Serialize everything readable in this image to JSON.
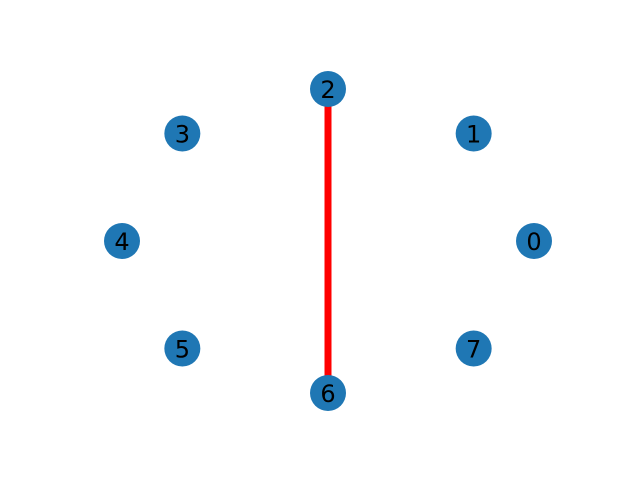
{
  "graph": {
    "colors": {
      "node_fill": "#1f77b4",
      "edge_highlight": "#ff0000",
      "label": "#000000",
      "background": "#ffffff"
    },
    "nodes": [
      {
        "id": "0",
        "label": "0"
      },
      {
        "id": "1",
        "label": "1"
      },
      {
        "id": "2",
        "label": "2"
      },
      {
        "id": "3",
        "label": "3"
      },
      {
        "id": "4",
        "label": "4"
      },
      {
        "id": "5",
        "label": "5"
      },
      {
        "id": "6",
        "label": "6"
      },
      {
        "id": "7",
        "label": "7"
      }
    ],
    "edges": [
      {
        "source": "2",
        "target": "6",
        "highlighted": true
      }
    ]
  }
}
